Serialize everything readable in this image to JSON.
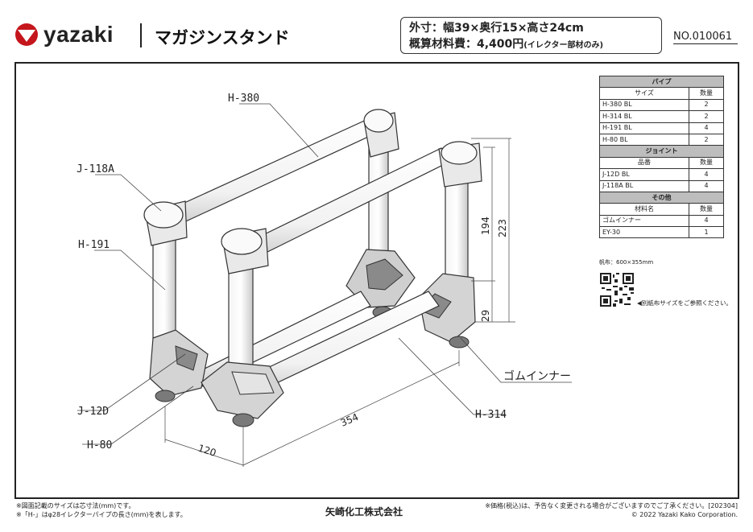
{
  "header": {
    "brand": "yazaki",
    "title": "マガジンスタンド",
    "spec_size": "外寸：幅39×奥行15×高さ24cm",
    "spec_cost": "概算材料費：4,400円",
    "spec_cost_note": "(イレクター部材のみ)",
    "doc_no": "NO.010061"
  },
  "drawing": {
    "labels": {
      "h380": "H-380",
      "j118a": "J-118A",
      "h191": "H-191",
      "j12d": "J-12D",
      "h80": "H-80",
      "rubber": "ゴムインナー",
      "h314": "H-314"
    },
    "dims": {
      "d194": "194",
      "d223": "223",
      "d29": "29",
      "d354": "354",
      "d120": "120"
    }
  },
  "parts_table": {
    "pipe": {
      "title": "パイプ",
      "col1": "サイズ",
      "col2": "数量",
      "rows": [
        {
          "name": "H-380 BL",
          "qty": "2"
        },
        {
          "name": "H-314 BL",
          "qty": "2"
        },
        {
          "name": "H-191 BL",
          "qty": "4"
        },
        {
          "name": "H-80 BL",
          "qty": "2"
        }
      ]
    },
    "joint": {
      "title": "ジョイント",
      "col1": "品番",
      "col2": "数量",
      "rows": [
        {
          "name": "J-12D BL",
          "qty": "4"
        },
        {
          "name": "J-118A BL",
          "qty": "4"
        }
      ]
    },
    "other": {
      "title": "その他",
      "col1": "材料名",
      "col2": "数量",
      "rows": [
        {
          "name": "ゴムインナー",
          "qty": "4"
        },
        {
          "name": "EY-30",
          "qty": "1"
        }
      ]
    }
  },
  "cloth_size": "帆布：600×355mm",
  "qr_note": "◀別紙布サイズをご参照ください。",
  "footer": {
    "note1": "※図面記載のサイズは芯寸法(mm)です。",
    "note2": "※「H-」はφ28イレクターパイプの長さ(mm)を表します。",
    "company": "矢崎化工株式会社",
    "price_note": "※価格(税込)は、予告なく変更される場合がございますのでご了承ください。[202304]",
    "copyright": "© 2022 Yazaki Kako Corporation."
  }
}
